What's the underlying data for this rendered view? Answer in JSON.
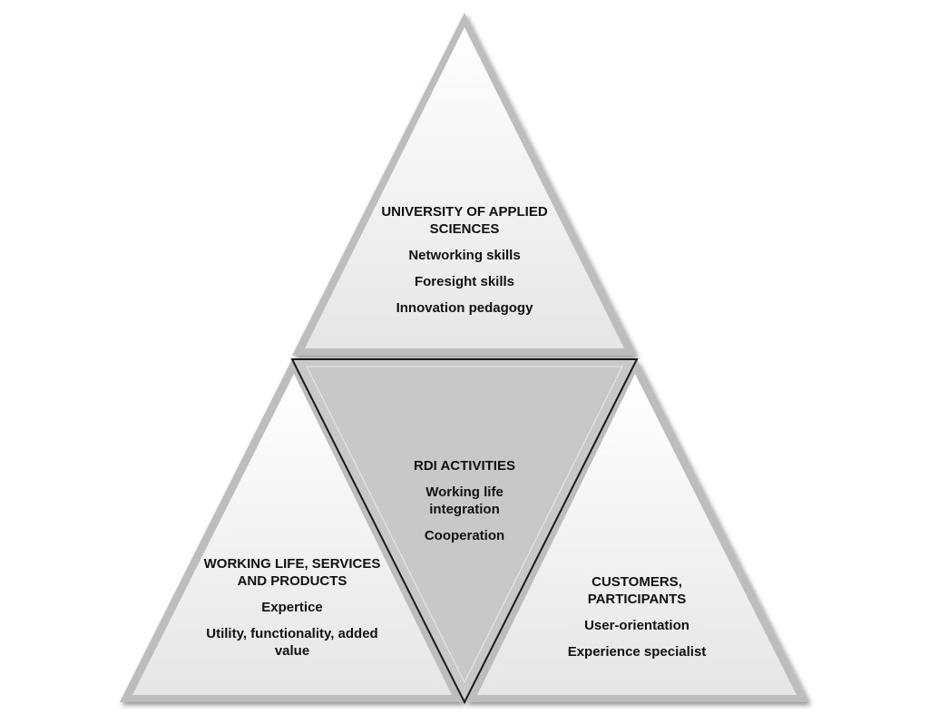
{
  "diagram": {
    "top": {
      "title": "UNIVERSITY OF APPLIED SCIENCES",
      "items": [
        "Networking skills",
        "Foresight skills",
        "Innovation pedagogy"
      ]
    },
    "center": {
      "title": "RDI ACTIVITIES",
      "items": [
        "Working life integration",
        "Cooperation"
      ]
    },
    "left": {
      "title": "WORKING LIFE, SERVICES AND PRODUCTS",
      "items": [
        "Expertice",
        "Utility, functionality, added value"
      ]
    },
    "right": {
      "title": "CUSTOMERS, PARTICIPANTS",
      "items": [
        "User-orientation",
        "Experience specialist"
      ]
    },
    "colors": {
      "outer_fill": "#f4f4f4",
      "center_fill": "#c8c8c8",
      "outline": "#1a1a1a"
    }
  }
}
